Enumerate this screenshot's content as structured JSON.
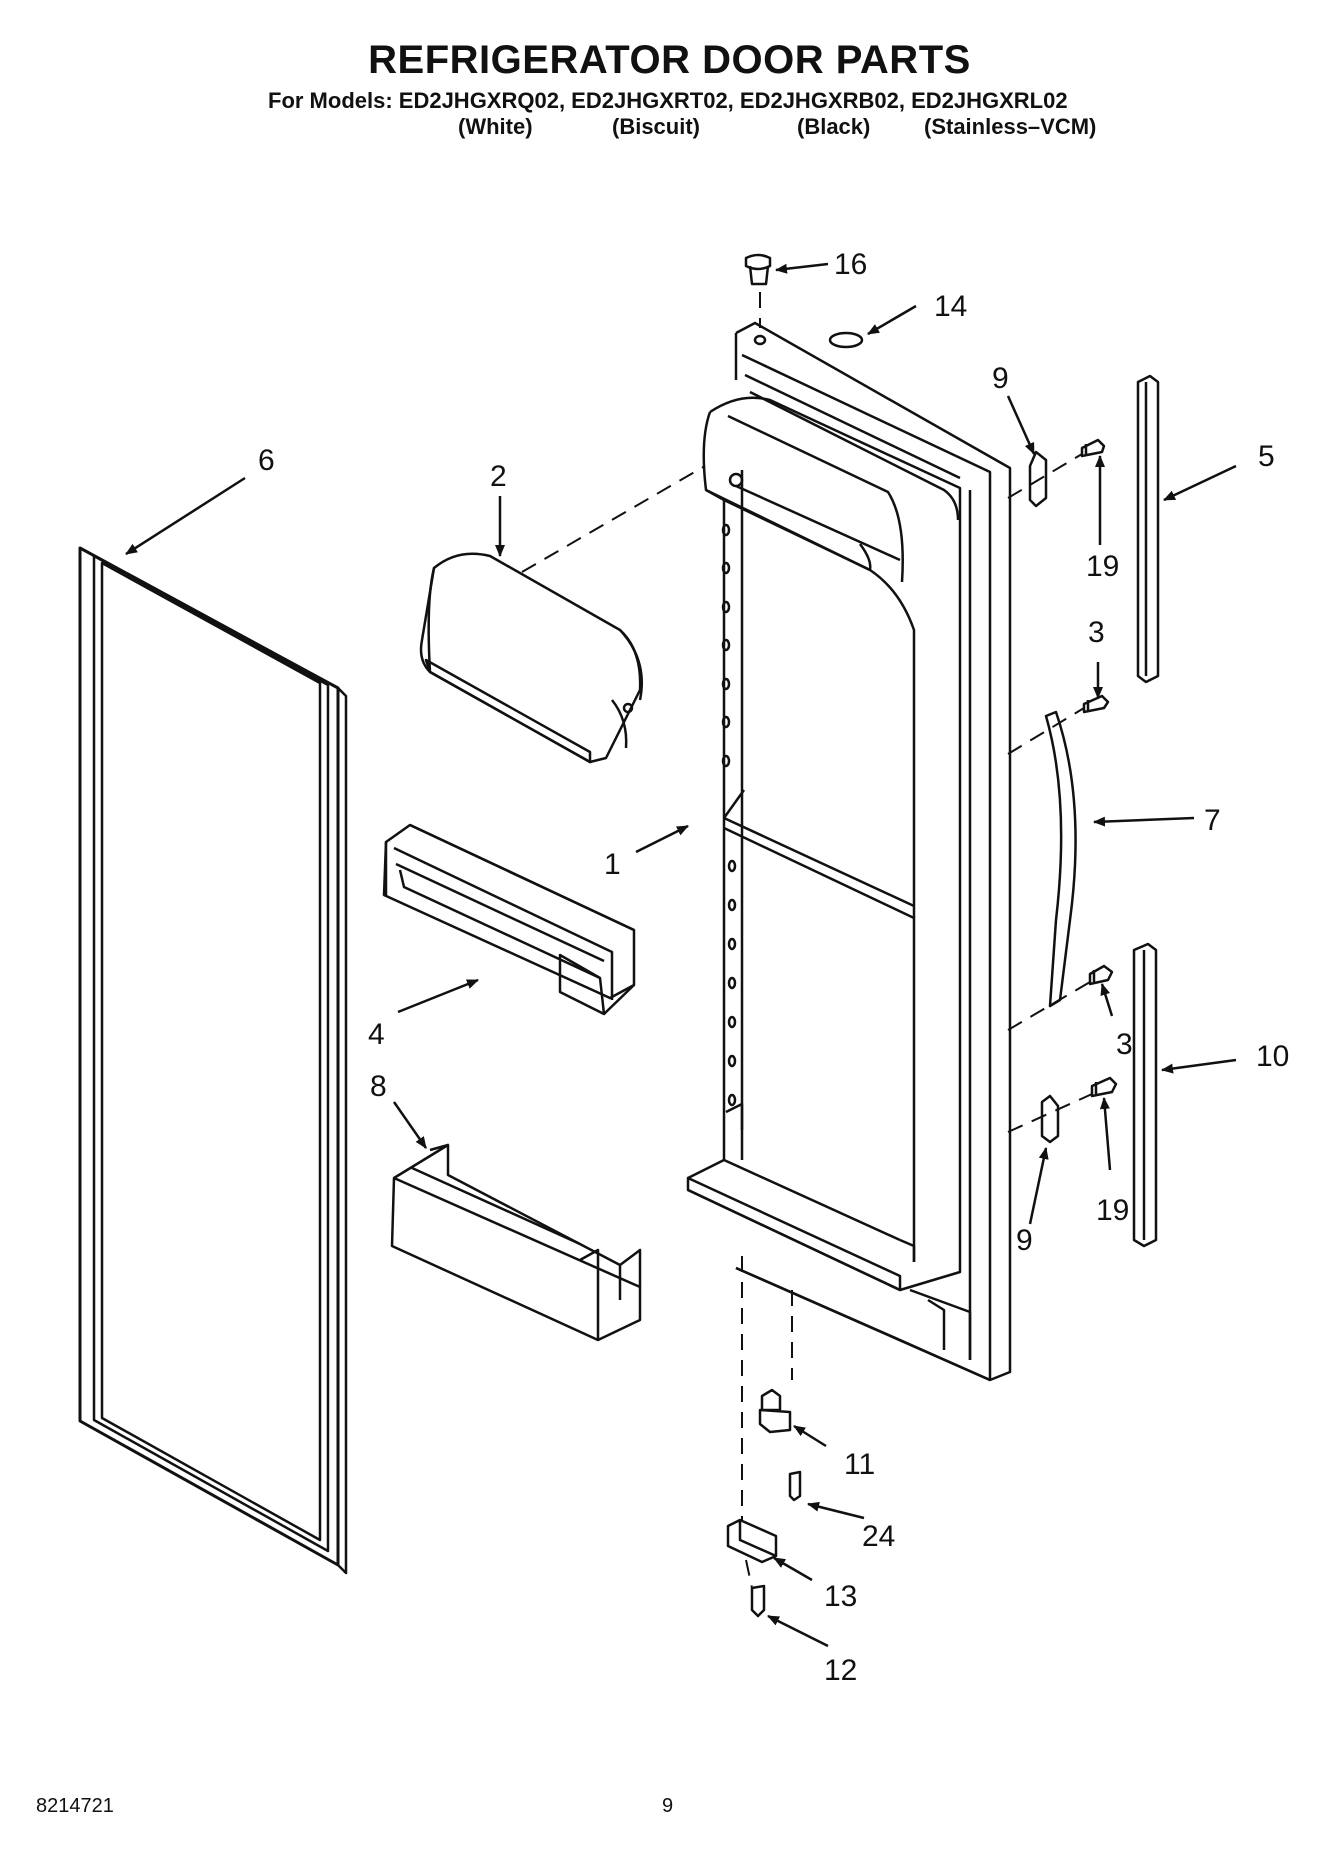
{
  "header": {
    "title": "REFRIGERATOR DOOR PARTS",
    "models_line": "For Models: ED2JHGXRQ02, ED2JHGXRT02, ED2JHGXRB02, ED2JHGXRL02",
    "colors": [
      "(White)",
      "(Biscuit)",
      "(Black)",
      "(Stainless–VCM)"
    ]
  },
  "callouts": {
    "c16": "16",
    "c14": "14",
    "c9a": "9",
    "c5": "5",
    "c19a": "19",
    "c6": "6",
    "c2": "2",
    "c3a": "3",
    "c1": "1",
    "c7": "7",
    "c4": "4",
    "c3b": "3",
    "c10": "10",
    "c8": "8",
    "c19b": "19",
    "c9b": "9",
    "c11": "11",
    "c24": "24",
    "c13": "13",
    "c12": "12"
  },
  "footer": {
    "doc_number": "8214721",
    "page_number": "9"
  }
}
